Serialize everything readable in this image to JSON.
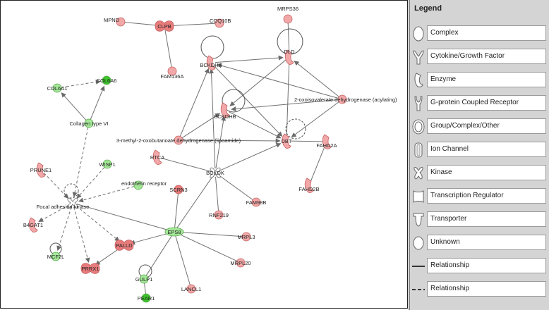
{
  "legend": {
    "title": "Legend",
    "items": [
      {
        "label": "Complex",
        "icon": "complex-icon"
      },
      {
        "label": "Cytokine/Growth Factor",
        "icon": "cytokine-icon"
      },
      {
        "label": "Enzyme",
        "icon": "enzyme-icon"
      },
      {
        "label": "G-protein Coupled Receptor",
        "icon": "gpcr-icon"
      },
      {
        "label": "Group/Complex/Other",
        "icon": "group-icon"
      },
      {
        "label": "Ion Channel",
        "icon": "ion-channel-icon"
      },
      {
        "label": "Kinase",
        "icon": "kinase-icon"
      },
      {
        "label": "Transcription Regulator",
        "icon": "transcription-regulator-icon"
      },
      {
        "label": "Transporter",
        "icon": "transporter-icon"
      },
      {
        "label": "Unknown",
        "icon": "unknown-icon"
      },
      {
        "label": "Relationship",
        "icon": "solid-line-icon"
      },
      {
        "label": "Relationship",
        "icon": "dashed-line-icon"
      }
    ]
  },
  "colors": {
    "upregulated": "#f2a8a8",
    "upregulated_stroke": "#c56060",
    "strong_up": "#e87c7c",
    "downregulated": "#a6e89a",
    "downregulated_stroke": "#55a848",
    "strong_down": "#3ec42c",
    "edge": "#707070"
  },
  "nodes": [
    {
      "id": "MPND",
      "label": "MPND",
      "color": "up"
    },
    {
      "id": "CLPB",
      "label": "CLPB",
      "color": "strong_up"
    },
    {
      "id": "COQ10B",
      "label": "COQ10B",
      "color": "up"
    },
    {
      "id": "MRPS36",
      "label": "MRPS36",
      "color": "up"
    },
    {
      "id": "FAM136A",
      "label": "FAM136A",
      "color": "up"
    },
    {
      "id": "BCKDHA",
      "label": "BCKDHA",
      "color": "up"
    },
    {
      "id": "DLD",
      "label": "DLD",
      "color": "up"
    },
    {
      "id": "COL6A1",
      "label": "COL6A1",
      "color": "down"
    },
    {
      "id": "COL6A6",
      "label": "COL6A6",
      "color": "strong_down"
    },
    {
      "id": "BCKDHB",
      "label": "BCKDHB",
      "color": "up"
    },
    {
      "id": "OXOISO",
      "label": "2-oxoisovalerate dehydrogenase (acylating)",
      "color": "up"
    },
    {
      "id": "COL6",
      "label": "Collagen type VI",
      "color": "down"
    },
    {
      "id": "METHYL",
      "label": "3-methyl-2-oxobutanoate dehydrogenase (lipoamide)",
      "color": "up"
    },
    {
      "id": "DBT",
      "label": "DBT",
      "color": "up"
    },
    {
      "id": "FAHD2A",
      "label": "FAHD2A",
      "color": "up"
    },
    {
      "id": "RTCA",
      "label": "RTCA",
      "color": "up"
    },
    {
      "id": "BCKDK",
      "label": "BCKDK",
      "color": "white"
    },
    {
      "id": "PRUNE1",
      "label": "PRUNE1",
      "color": "up"
    },
    {
      "id": "WISP1",
      "label": "WISP1",
      "color": "down"
    },
    {
      "id": "FAHD2B",
      "label": "FAHD2B",
      "color": "up"
    },
    {
      "id": "SCRN3",
      "label": "SCRN3",
      "color": "strong_up"
    },
    {
      "id": "ENDO",
      "label": "endothelin receptor",
      "color": "down"
    },
    {
      "id": "FAK",
      "label": "Focal adhesion kinase",
      "color": "white"
    },
    {
      "id": "FAM98B",
      "label": "FAM98B",
      "color": "up"
    },
    {
      "id": "B4GAT1",
      "label": "B4GAT1",
      "color": "up"
    },
    {
      "id": "RNF219",
      "label": "RNF219",
      "color": "up"
    },
    {
      "id": "EPS8",
      "label": "EPS8",
      "color": "down"
    },
    {
      "id": "MRPL3",
      "label": "MRPL3",
      "color": "up"
    },
    {
      "id": "PALLD",
      "label": "PALLD",
      "color": "strong_up"
    },
    {
      "id": "MCF2L",
      "label": "MCF2L",
      "color": "down"
    },
    {
      "id": "MRPL20",
      "label": "MRPL20",
      "color": "up"
    },
    {
      "id": "PRRX1",
      "label": "PRRX1",
      "color": "strong_up"
    },
    {
      "id": "GULP1",
      "label": "GULP1",
      "color": "down"
    },
    {
      "id": "LANCL1",
      "label": "LANCL1",
      "color": "up"
    },
    {
      "id": "PEAR1",
      "label": "PEAR1",
      "color": "strong_down"
    }
  ]
}
